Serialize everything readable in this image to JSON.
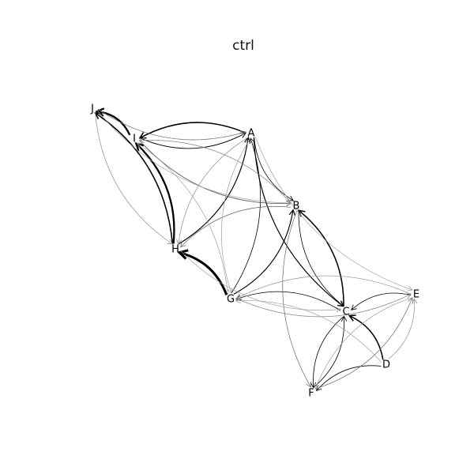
{
  "title": "ctrl",
  "nodes": [
    {
      "id": "A",
      "label": "A"
    },
    {
      "id": "B",
      "label": "B"
    },
    {
      "id": "C",
      "label": "C"
    },
    {
      "id": "D",
      "label": "D"
    },
    {
      "id": "E",
      "label": "E"
    },
    {
      "id": "F",
      "label": "F"
    },
    {
      "id": "G",
      "label": "G"
    },
    {
      "id": "H",
      "label": "H"
    },
    {
      "id": "I",
      "label": "I"
    },
    {
      "id": "J",
      "label": "J"
    }
  ],
  "edges": [
    {
      "from": "G",
      "to": "H",
      "weight": 4
    },
    {
      "from": "H",
      "to": "I",
      "weight": 3
    },
    {
      "from": "I",
      "to": "J",
      "weight": 3
    },
    {
      "from": "H",
      "to": "J",
      "weight": 2
    },
    {
      "from": "C",
      "to": "B",
      "weight": 2
    },
    {
      "from": "A",
      "to": "I",
      "weight": 2
    },
    {
      "from": "D",
      "to": "C",
      "weight": 2
    },
    {
      "from": "G",
      "to": "B",
      "weight": 1.5
    },
    {
      "from": "H",
      "to": "A",
      "weight": 1.5
    },
    {
      "from": "A",
      "to": "C",
      "weight": 1.5
    },
    {
      "from": "I",
      "to": "A",
      "weight": 1.2
    },
    {
      "from": "C",
      "to": "G",
      "weight": 1
    },
    {
      "from": "G",
      "to": "A",
      "weight": 1
    },
    {
      "from": "E",
      "to": "C",
      "weight": 1
    },
    {
      "from": "F",
      "to": "C",
      "weight": 1
    },
    {
      "from": "C",
      "to": "F",
      "weight": 1
    },
    {
      "from": "D",
      "to": "F",
      "weight": 1
    },
    {
      "from": "B",
      "to": "C",
      "weight": 1
    },
    {
      "from": "A",
      "to": "B",
      "weight": 1
    },
    {
      "from": "I",
      "to": "B",
      "weight": 0.8
    },
    {
      "from": "J",
      "to": "A",
      "weight": 0.6
    },
    {
      "from": "B",
      "to": "H",
      "weight": 0.6
    },
    {
      "from": "F",
      "to": "E",
      "weight": 0.6
    },
    {
      "from": "B",
      "to": "F",
      "weight": 0.6
    },
    {
      "from": "B",
      "to": "I",
      "weight": 0.5
    },
    {
      "from": "G",
      "to": "E",
      "weight": 0.5
    },
    {
      "from": "E",
      "to": "G",
      "weight": 0.4
    },
    {
      "from": "J",
      "to": "H",
      "weight": 0.4
    },
    {
      "from": "A",
      "to": "H",
      "weight": 0.4
    },
    {
      "from": "D",
      "to": "E",
      "weight": 0.4
    },
    {
      "from": "A",
      "to": "E",
      "weight": 0.3
    },
    {
      "from": "G",
      "to": "I",
      "weight": 0.3
    },
    {
      "from": "J",
      "to": "B",
      "weight": 0.3
    },
    {
      "from": "D",
      "to": "G",
      "weight": 0.3
    },
    {
      "from": "H",
      "to": "C",
      "weight": 0.3
    },
    {
      "from": "A",
      "to": "G",
      "weight": 0.3
    },
    {
      "from": "E",
      "to": "F",
      "weight": 0.3
    }
  ]
}
